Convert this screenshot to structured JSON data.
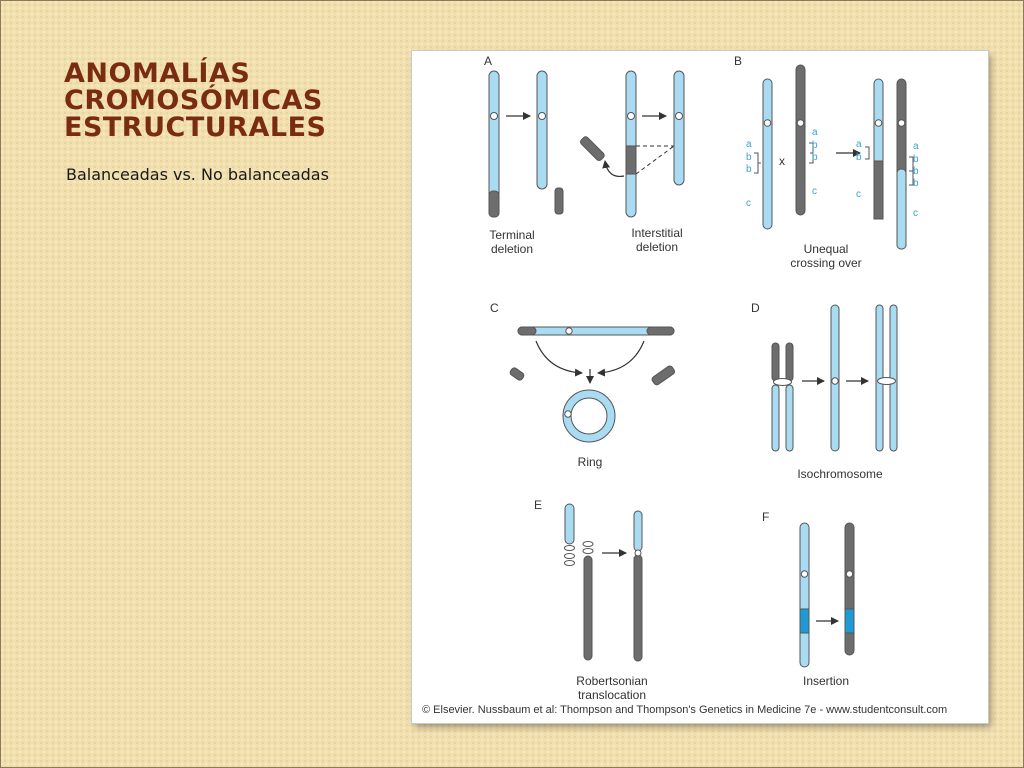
{
  "slide": {
    "title_lines": [
      "ANOMALÍAS",
      "CROMOSÓMICAS",
      "ESTRUCTURALES"
    ],
    "subtitle": "Balanceadas vs. No balanceadas"
  },
  "figure": {
    "panels": {
      "a": {
        "letter": "A",
        "captions": [
          [
            "Terminal",
            "deletion"
          ],
          [
            "Interstitial",
            "deletion"
          ]
        ]
      },
      "b": {
        "letter": "B",
        "captions": [
          [
            "Unequal",
            "crossing over"
          ]
        ],
        "marker_x": "x",
        "segment_labels_left": [
          "a",
          "b",
          "b",
          "c"
        ],
        "segment_labels_right": [
          "a",
          "b",
          "b",
          "c"
        ],
        "segment_labels_result1": [
          "a",
          "b",
          "c"
        ],
        "segment_labels_result2": [
          "a",
          "b",
          "b",
          "b",
          "c"
        ]
      },
      "c": {
        "letter": "C",
        "captions": [
          [
            "Ring"
          ]
        ]
      },
      "d": {
        "letter": "D",
        "captions": [
          [
            "Isochromosome"
          ]
        ]
      },
      "e": {
        "letter": "E",
        "captions": [
          [
            "Robertsonian",
            "translocation"
          ]
        ]
      },
      "f": {
        "letter": "F",
        "captions": [
          [
            "Insertion"
          ]
        ]
      }
    },
    "credit": "© Elsevier. Nussbaum et al: Thompson and Thompson's Genetics in Medicine 7e - www.studentconsult.com"
  },
  "colors": {
    "background": "#f1dfad",
    "title": "#7a2c12",
    "chromosome_light": "#a9dcf2",
    "chromosome_dark": "#6d6d6d",
    "insertion_highlight": "#1e9ad6"
  }
}
